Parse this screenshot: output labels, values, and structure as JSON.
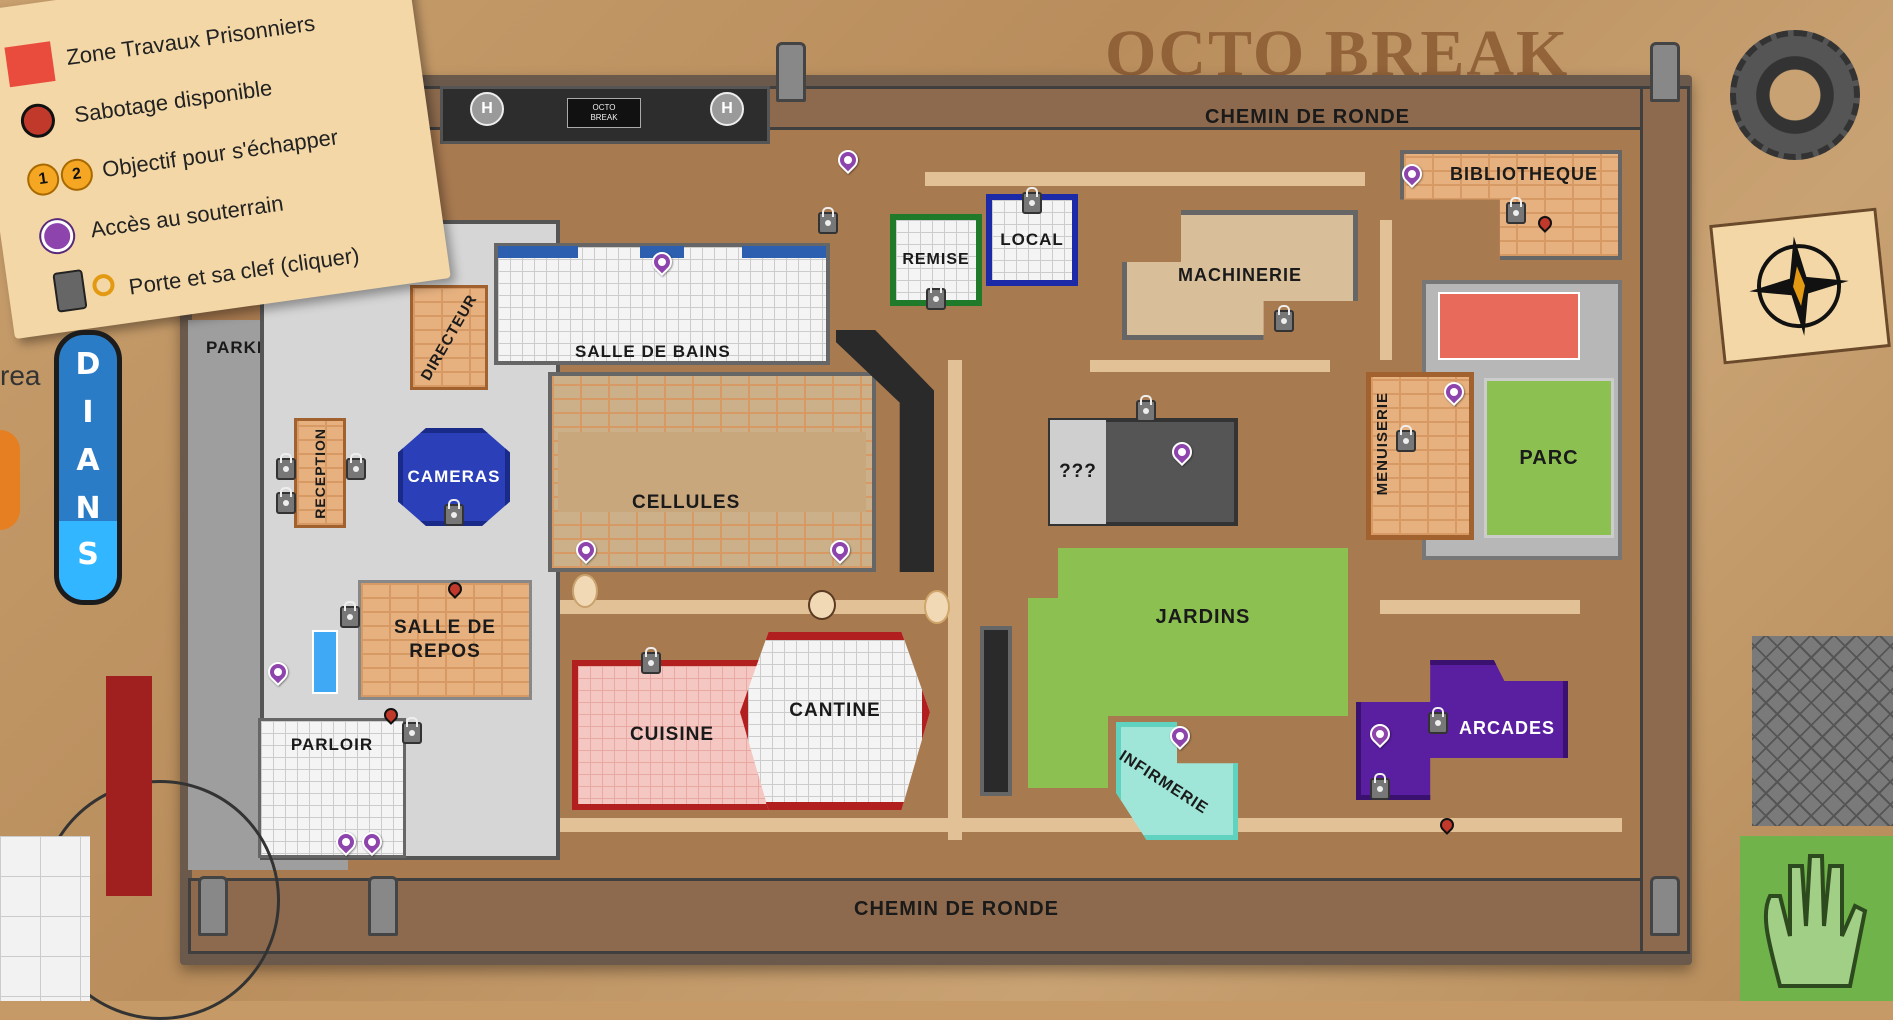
{
  "title": "OCTO BREAK",
  "legend": {
    "zone_travaux": "Zone Travaux Prisonniers",
    "sabotage": "Sabotage disponible",
    "objectif": "Objectif pour s'échapper",
    "objectif_num1": "1",
    "objectif_num2": "2",
    "souterrain": "Accès au souterrain",
    "porte": "Porte et sa clef (cliquer)"
  },
  "heliport_sign": "OCTO\nBREAK",
  "heli_mark": "H",
  "side_panel": {
    "fragment": "rea",
    "letters": [
      "D",
      "I",
      "A",
      "N",
      "S"
    ],
    "fill_level": 0.3
  },
  "rooms": {
    "chemin_top": "CHEMIN DE RONDE",
    "chemin_bottom": "CHEMIN DE RONDE",
    "parking": "PARKING",
    "directeur": "DIRECTEUR",
    "salle_bains": "SALLE DE BAINS",
    "remise": "REMISE",
    "local": "LOCAL",
    "machinerie": "MACHINERIE",
    "bibliotheque": "BIBLIOTHEQUE",
    "reception": "RECEPTION",
    "cameras": "CAMERAS",
    "cellules": "CELLULES",
    "unknown": "???",
    "menuiserie": "MENUISERIE",
    "parc": "PARC",
    "salle_repos": "SALLE DE\nREPOS",
    "jardins": "JARDINS",
    "cuisine": "CUISINE",
    "cantine": "CANTINE",
    "parloir": "PARLOIR",
    "infirmerie": "INFIRMERIE",
    "arcades": "ARCADES"
  },
  "colors": {
    "accent_red": "#c0392b",
    "tunnel_purple": "#8e44ad",
    "grass": "#8cc152",
    "remise_green": "#1f7a2a",
    "local_blue": "#1c2aa8",
    "cameras_blue": "#2a3fb8",
    "arcades_purple": "#5a1ea0",
    "infirmerie_teal": "#5fd3c0",
    "cuisine_red": "#b21f1f"
  }
}
